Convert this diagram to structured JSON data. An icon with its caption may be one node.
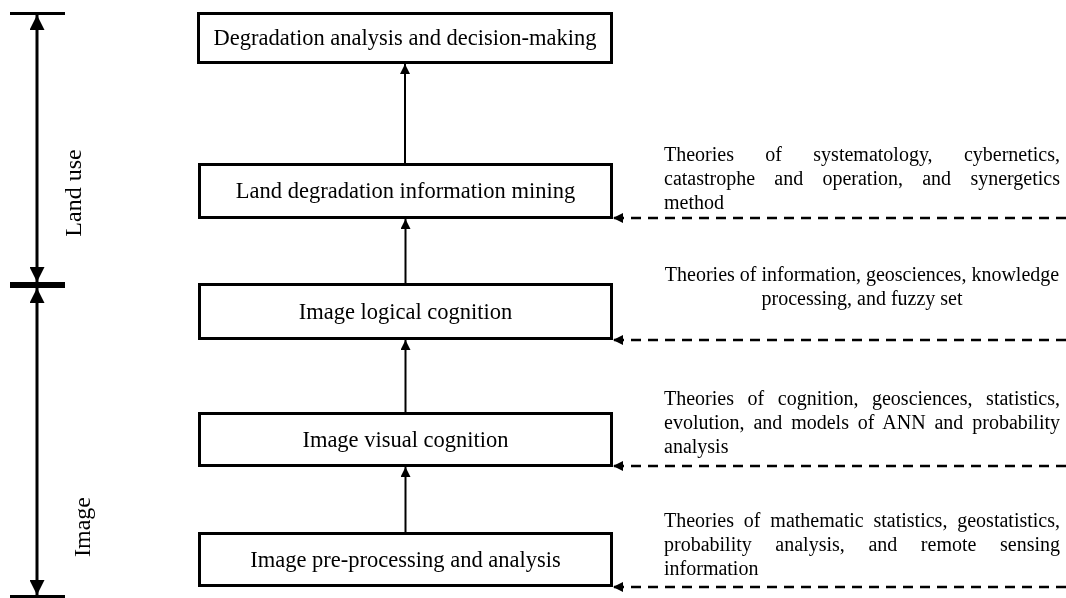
{
  "diagram": {
    "nodes": [
      {
        "text": [
          "Degradation analysis and decision-making"
        ]
      },
      {
        "text": [
          "Land degradation information mining"
        ]
      },
      {
        "text": [
          "Image logical cognition"
        ]
      },
      {
        "text": [
          "Image visual cognition"
        ]
      },
      {
        "text": [
          "Image pre-processing and analysis"
        ]
      }
    ],
    "edges": [
      {
        "from": 4,
        "to": 3,
        "arrow": "to"
      },
      {
        "from": 3,
        "to": 2,
        "arrow": "to"
      },
      {
        "from": 2,
        "to": 1,
        "arrow": "to"
      },
      {
        "from": 1,
        "to": 0,
        "arrow": "to"
      },
      {
        "from": null,
        "to": 1,
        "arrow": "to",
        "style": "dashed"
      },
      {
        "from": null,
        "to": 2,
        "arrow": "to",
        "style": "dashed"
      },
      {
        "from": null,
        "to": 3,
        "arrow": "to",
        "style": "dashed"
      },
      {
        "from": null,
        "to": 4,
        "arrow": "to",
        "style": "dashed"
      }
    ],
    "labels": [
      "Land use",
      "Theories of systematology, cybernetics, catastrophe and operation, and synergetics method",
      "Theories of information, geosciences, knowledge processing, and fuzzy set",
      "Theories of cognition, geosciences, statistics, evolution, and models of ANN and probability analysis",
      "Image",
      "Theories of mathematic statistics, geostatistics, probability analysis, and remote sensing information"
    ]
  }
}
